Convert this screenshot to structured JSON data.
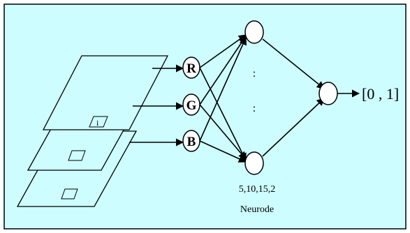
{
  "colors": {
    "background": "#cdfdfe",
    "stroke": "#000000",
    "node_fill": "#ffffff"
  },
  "input_nodes": [
    {
      "letter": "R"
    },
    {
      "letter": "G"
    },
    {
      "letter": "B"
    }
  ],
  "image_layers": [
    {
      "marker": "i"
    },
    {
      "marker": ""
    },
    {
      "marker": ""
    }
  ],
  "hidden_dots": [
    ":",
    ":"
  ],
  "output_label": "[0 , 1]",
  "caption": {
    "line1": "5,10,15,2",
    "line2": "Neurode"
  }
}
